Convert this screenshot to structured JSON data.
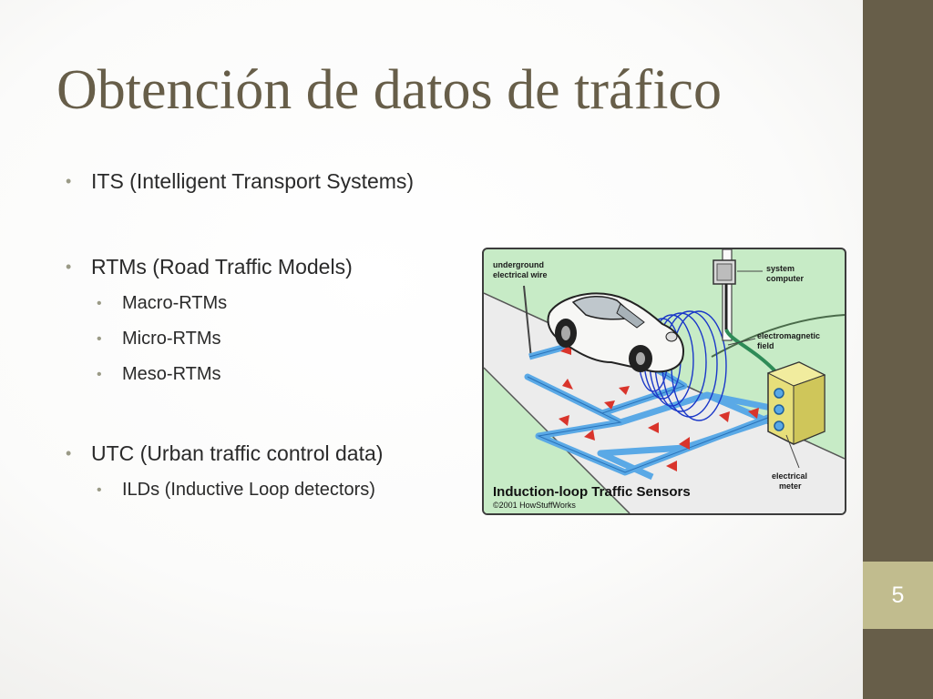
{
  "slide": {
    "title": "Obtención de datos de tráfico",
    "page_number": "5",
    "bullets": {
      "its": "ITS (Intelligent Transport Systems)",
      "rtms": "RTMs (Road Traffic Models)",
      "macro": "Macro-RTMs",
      "micro": "Micro-RTMs",
      "meso": "Meso-RTMs",
      "utc": "UTC (Urban traffic control data)",
      "ilds": "ILDs (Inductive Loop detectors)"
    },
    "bullet_glyph": "•"
  },
  "figure": {
    "label_wire_1": "underground",
    "label_wire_2": "electrical wire",
    "label_system_1": "system",
    "label_system_2": "computer",
    "label_field_1": "electromagnetic",
    "label_field_2": "field",
    "label_meter_1": "electrical",
    "label_meter_2": "meter",
    "caption": "Induction-loop Traffic Sensors",
    "copyright": "©2001 HowStuffWorks"
  },
  "colors": {
    "accent": "#675e49",
    "page_box": "#c1bc8e",
    "grass": "#c7ebc6",
    "road": "#ececec",
    "loop_wire": "#5aa9e6",
    "arrow": "#d9342b",
    "field": "#1a37c8"
  }
}
